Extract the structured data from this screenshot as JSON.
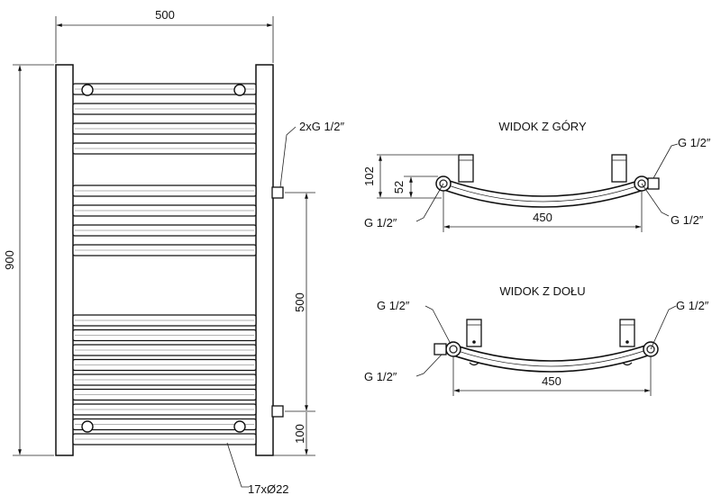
{
  "dimensions": {
    "width_top": "500",
    "height_total": "900",
    "connection_spacing": "500",
    "bottom_offset": "100",
    "side_view_height": "102",
    "side_view_offset": "52",
    "top_view_spacing": "450",
    "bottom_view_spacing": "450"
  },
  "labels": {
    "inlet_side": "2xG 1/2″",
    "tubes_count": "17xØ22",
    "top_view_title": "WIDOK Z GÓRY",
    "bottom_view_title": "WIDOK Z DOŁU",
    "g_top_right": "G 1/2″",
    "g_top_left": "G 1/2″",
    "g_top_right_lower": "G 1/2″",
    "g_bottom_left_upper": "G 1/2″",
    "g_bottom_left_lower": "G 1/2″",
    "g_bottom_right": "G 1/2″"
  },
  "tubes": {
    "count": 17
  }
}
